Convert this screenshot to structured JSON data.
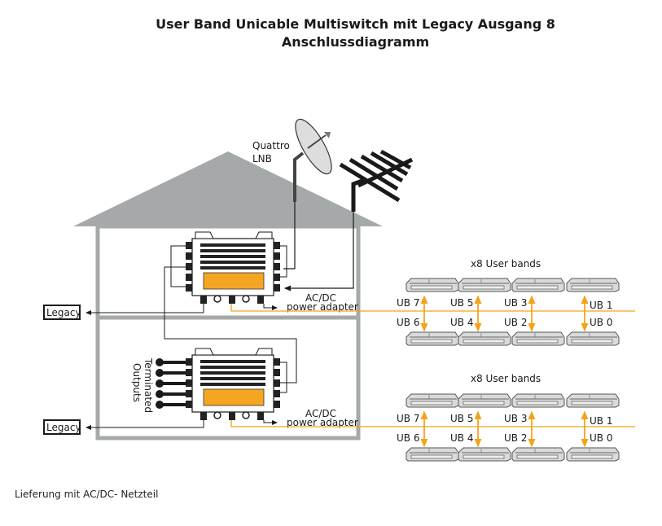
{
  "title": {
    "line1": "User Band Unicable Multiswitch mit Legacy Ausgang 8",
    "line2": "Anschlussdiagramm"
  },
  "labels": {
    "lnb": [
      "Quattro",
      "LNB"
    ],
    "legacy": "Legacy",
    "acdc": [
      "AC/DC",
      "power adapter"
    ],
    "user_bands": "x8 User bands",
    "terminated": [
      "Terminated",
      "Outputs"
    ]
  },
  "user_band_pairs": [
    {
      "upper": "UB 7",
      "lower": "UB 6"
    },
    {
      "upper": "UB 5",
      "lower": "UB 4"
    },
    {
      "upper": "UB 3",
      "lower": "UB 2"
    },
    {
      "upper": "UB 1",
      "lower": "UB 0"
    }
  ],
  "colors": {
    "roof": "#a5a9aa",
    "wall": "#a5a9aa",
    "cable_unicable": "#f2a31b",
    "device_label": "#f4a623",
    "line": "#1a1a1a"
  },
  "footer": "Lieferung mit AC/DC- Netzteil"
}
